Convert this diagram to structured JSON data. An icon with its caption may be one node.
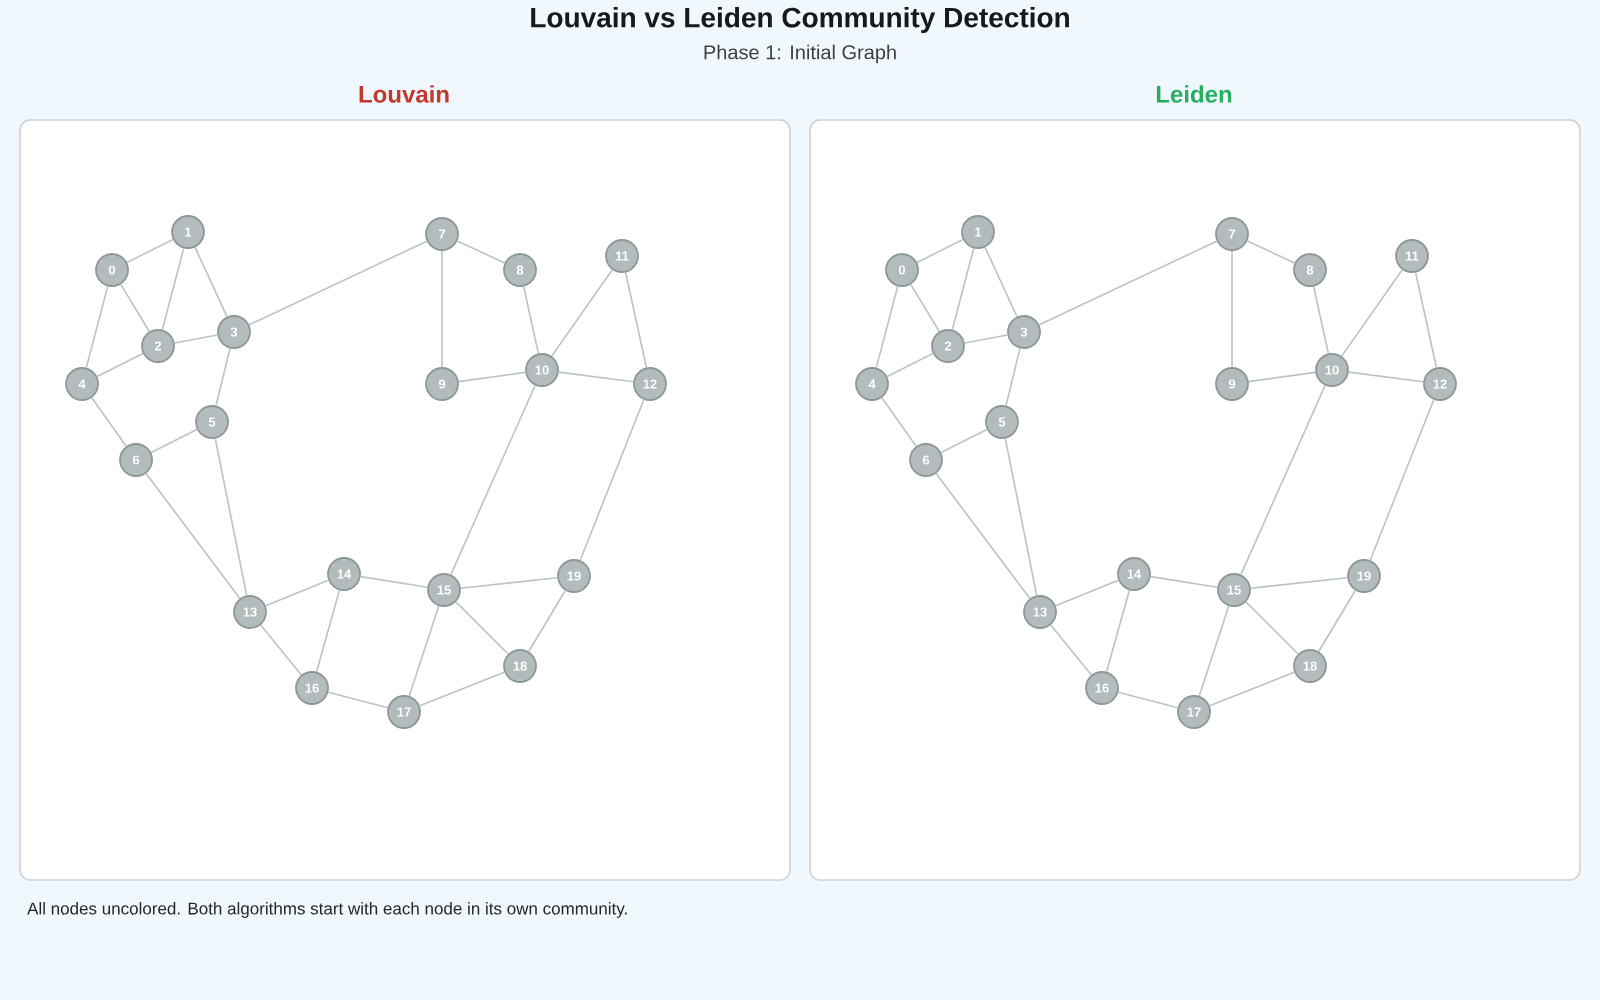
{
  "diagram": {
    "title": "Louvain vs Leiden Community Detection",
    "caption": "Phase 1: Initial Graph",
    "nodes": [
      {
        "text": [
          "Louvain"
        ]
      },
      {
        "text": [
          "0"
        ],
        "in": 0
      },
      {
        "text": [
          "1"
        ],
        "in": 0
      },
      {
        "text": [
          "2"
        ],
        "in": 0
      },
      {
        "text": [
          "3"
        ],
        "in": 0
      },
      {
        "text": [
          "4"
        ],
        "in": 0
      },
      {
        "text": [
          "5"
        ],
        "in": 0
      },
      {
        "text": [
          "6"
        ],
        "in": 0
      },
      {
        "text": [
          "7"
        ],
        "in": 0
      },
      {
        "text": [
          "8"
        ],
        "in": 0
      },
      {
        "text": [
          "9"
        ],
        "in": 0
      },
      {
        "text": [
          "10"
        ],
        "in": 0
      },
      {
        "text": [
          "11"
        ],
        "in": 0
      },
      {
        "text": [
          "12"
        ],
        "in": 0
      },
      {
        "text": [
          "13"
        ],
        "in": 0
      },
      {
        "text": [
          "14"
        ],
        "in": 0
      },
      {
        "text": [
          "15"
        ],
        "in": 0
      },
      {
        "text": [
          "16"
        ],
        "in": 0
      },
      {
        "text": [
          "17"
        ],
        "in": 0
      },
      {
        "text": [
          "18"
        ],
        "in": 0
      },
      {
        "text": [
          "19"
        ],
        "in": 0
      },
      {
        "text": [
          "Leiden"
        ]
      },
      {
        "text": [
          "0"
        ],
        "in": 21
      },
      {
        "text": [
          "1"
        ],
        "in": 21
      },
      {
        "text": [
          "2"
        ],
        "in": 21
      },
      {
        "text": [
          "3"
        ],
        "in": 21
      },
      {
        "text": [
          "4"
        ],
        "in": 21
      },
      {
        "text": [
          "5"
        ],
        "in": 21
      },
      {
        "text": [
          "6"
        ],
        "in": 21
      },
      {
        "text": [
          "7"
        ],
        "in": 21
      },
      {
        "text": [
          "8"
        ],
        "in": 21
      },
      {
        "text": [
          "9"
        ],
        "in": 21
      },
      {
        "text": [
          "10"
        ],
        "in": 21
      },
      {
        "text": [
          "11"
        ],
        "in": 21
      },
      {
        "text": [
          "12"
        ],
        "in": 21
      },
      {
        "text": [
          "13"
        ],
        "in": 21
      },
      {
        "text": [
          "14"
        ],
        "in": 21
      },
      {
        "text": [
          "15"
        ],
        "in": 21
      },
      {
        "text": [
          "16"
        ],
        "in": 21
      },
      {
        "text": [
          "17"
        ],
        "in": 21
      },
      {
        "text": [
          "18"
        ],
        "in": 21
      },
      {
        "text": [
          "19"
        ],
        "in": 21
      }
    ],
    "edges": [
      {
        "from": 1,
        "to": 2,
        "arrow": "none"
      },
      {
        "from": 1,
        "to": 3,
        "arrow": "none"
      },
      {
        "from": 1,
        "to": 5,
        "arrow": "none"
      },
      {
        "from": 2,
        "to": 3,
        "arrow": "none"
      },
      {
        "from": 2,
        "to": 4,
        "arrow": "none"
      },
      {
        "from": 3,
        "to": 4,
        "arrow": "none"
      },
      {
        "from": 3,
        "to": 5,
        "arrow": "none"
      },
      {
        "from": 4,
        "to": 6,
        "arrow": "none"
      },
      {
        "from": 4,
        "to": 8,
        "arrow": "none"
      },
      {
        "from": 5,
        "to": 7,
        "arrow": "none"
      },
      {
        "from": 6,
        "to": 7,
        "arrow": "none"
      },
      {
        "from": 6,
        "to": 14,
        "arrow": "none"
      },
      {
        "from": 7,
        "to": 14,
        "arrow": "none"
      },
      {
        "from": 8,
        "to": 9,
        "arrow": "none"
      },
      {
        "from": 8,
        "to": 10,
        "arrow": "none"
      },
      {
        "from": 9,
        "to": 11,
        "arrow": "none"
      },
      {
        "from": 10,
        "to": 11,
        "arrow": "none"
      },
      {
        "from": 11,
        "to": 12,
        "arrow": "none"
      },
      {
        "from": 11,
        "to": 13,
        "arrow": "none"
      },
      {
        "from": 12,
        "to": 13,
        "arrow": "none"
      },
      {
        "from": 11,
        "to": 16,
        "arrow": "none"
      },
      {
        "from": 13,
        "to": 20,
        "arrow": "none"
      },
      {
        "from": 14,
        "to": 15,
        "arrow": "none"
      },
      {
        "from": 14,
        "to": 17,
        "arrow": "none"
      },
      {
        "from": 15,
        "to": 16,
        "arrow": "none"
      },
      {
        "from": 15,
        "to": 17,
        "arrow": "none"
      },
      {
        "from": 16,
        "to": 18,
        "arrow": "none"
      },
      {
        "from": 16,
        "to": 19,
        "arrow": "none"
      },
      {
        "from": 16,
        "to": 20,
        "arrow": "none"
      },
      {
        "from": 17,
        "to": 18,
        "arrow": "none"
      },
      {
        "from": 18,
        "to": 19,
        "arrow": "none"
      },
      {
        "from": 19,
        "to": 20,
        "arrow": "none"
      },
      {
        "from": 22,
        "to": 23,
        "arrow": "none"
      },
      {
        "from": 22,
        "to": 24,
        "arrow": "none"
      },
      {
        "from": 22,
        "to": 26,
        "arrow": "none"
      },
      {
        "from": 23,
        "to": 24,
        "arrow": "none"
      },
      {
        "from": 23,
        "to": 25,
        "arrow": "none"
      },
      {
        "from": 24,
        "to": 25,
        "arrow": "none"
      },
      {
        "from": 24,
        "to": 26,
        "arrow": "none"
      },
      {
        "from": 25,
        "to": 27,
        "arrow": "none"
      },
      {
        "from": 25,
        "to": 29,
        "arrow": "none"
      },
      {
        "from": 26,
        "to": 28,
        "arrow": "none"
      },
      {
        "from": 27,
        "to": 28,
        "arrow": "none"
      },
      {
        "from": 27,
        "to": 35,
        "arrow": "none"
      },
      {
        "from": 28,
        "to": 35,
        "arrow": "none"
      },
      {
        "from": 29,
        "to": 30,
        "arrow": "none"
      },
      {
        "from": 29,
        "to": 31,
        "arrow": "none"
      },
      {
        "from": 30,
        "to": 32,
        "arrow": "none"
      },
      {
        "from": 31,
        "to": 32,
        "arrow": "none"
      },
      {
        "from": 32,
        "to": 33,
        "arrow": "none"
      },
      {
        "from": 32,
        "to": 34,
        "arrow": "none"
      },
      {
        "from": 33,
        "to": 34,
        "arrow": "none"
      },
      {
        "from": 32,
        "to": 37,
        "arrow": "none"
      },
      {
        "from": 34,
        "to": 41,
        "arrow": "none"
      },
      {
        "from": 35,
        "to": 36,
        "arrow": "none"
      },
      {
        "from": 35,
        "to": 38,
        "arrow": "none"
      },
      {
        "from": 36,
        "to": 37,
        "arrow": "none"
      },
      {
        "from": 36,
        "to": 38,
        "arrow": "none"
      },
      {
        "from": 37,
        "to": 39,
        "arrow": "none"
      },
      {
        "from": 37,
        "to": 40,
        "arrow": "none"
      },
      {
        "from": 37,
        "to": 41,
        "arrow": "none"
      },
      {
        "from": 38,
        "to": 39,
        "arrow": "none"
      },
      {
        "from": 39,
        "to": 40,
        "arrow": "none"
      },
      {
        "from": 40,
        "to": 41,
        "arrow": "none"
      }
    ],
    "labels": [
      "All nodes uncolored. Both algorithms start with each node in its own community."
    ]
  }
}
